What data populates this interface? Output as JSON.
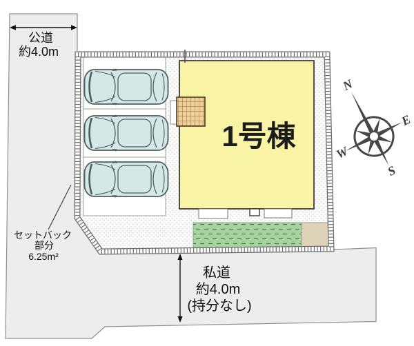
{
  "site_plan": {
    "building": {
      "label": "1号棟",
      "fill": "#f8f3a5"
    },
    "public_road": {
      "name": "公道",
      "width": "約4.0m"
    },
    "private_road": {
      "name": "私道",
      "width": "約4.0m",
      "note": "(持分なし)"
    },
    "setback": {
      "label_line1": "セットバック",
      "label_line2": "部分",
      "area": "6.25m²"
    },
    "compass": {
      "north": "N",
      "east": "E",
      "south": "S",
      "west": "W"
    },
    "parking": {
      "stalls": 3,
      "cars": 3
    },
    "colors": {
      "road_fill": "#ededed",
      "lot_stipple_dot": "#c6c6c6",
      "car_fill": "#d4e9e5",
      "grass_fill": "#a6d3a0",
      "tile_fill": "#ded3b8",
      "porch_fill": "#edd09c",
      "building_fill": "#f8f3a5",
      "compass_color": "#47474b"
    }
  }
}
